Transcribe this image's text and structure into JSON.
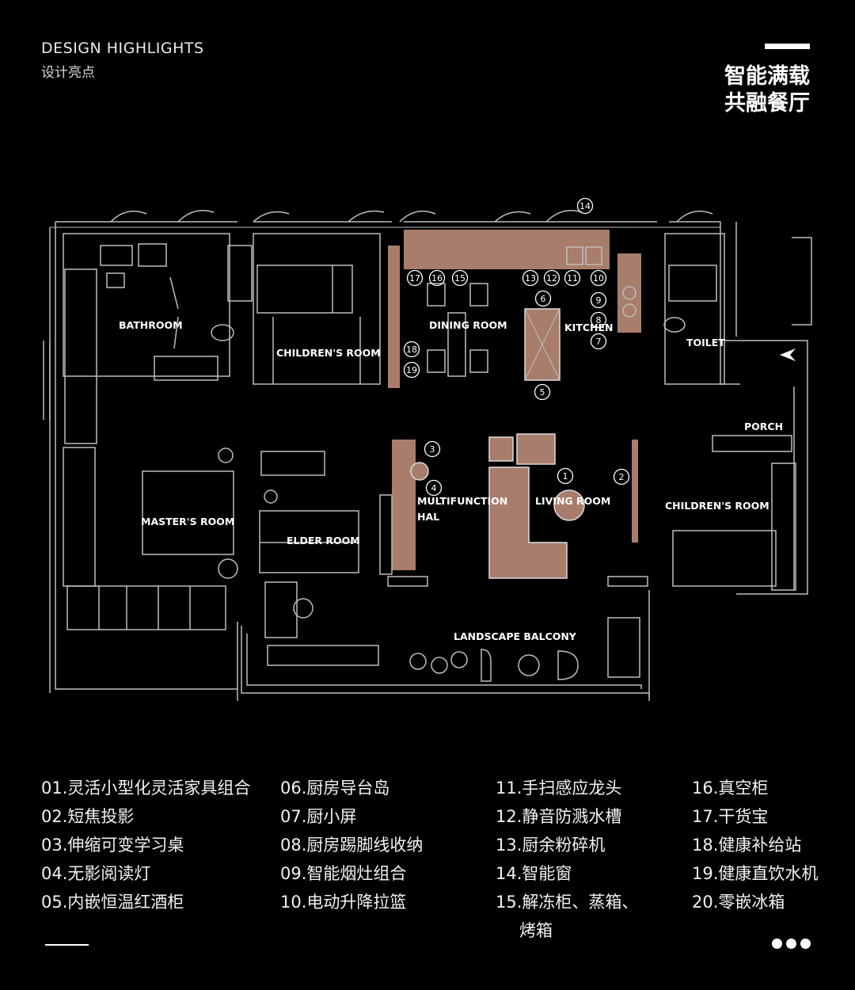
{
  "header": {
    "en": "DESIGN HIGHLIGHTS",
    "cn": "设计亮点",
    "title_line1": "智能满载",
    "title_line2": "共融餐厅"
  },
  "rooms": {
    "bathroom": "BATHROOM",
    "childrens_room_top": "CHILDREN'S ROOM",
    "dining_room": "DINING ROOM",
    "kitchen": "KITCHEN",
    "toilet": "TOILET",
    "porch": "PORCH",
    "masters_room": "MASTER'S ROOM",
    "elder_room": "ELDER ROOM",
    "multifunction_1": "MULTIFUNCTION",
    "multifunction_2": "HAL",
    "living_room": "LIVING ROOM",
    "childrens_room_right": "CHILDREN'S ROOM",
    "landscape_balcony": "LANDSCAPE BALCONY"
  },
  "markers": [
    "1",
    "2",
    "3",
    "4",
    "5",
    "6",
    "7",
    "8",
    "9",
    "10",
    "11",
    "12",
    "13",
    "14",
    "15",
    "16",
    "17",
    "18",
    "19"
  ],
  "legend": {
    "col1": [
      "01.灵活小型化灵活家具组合",
      "02.短焦投影",
      "03.伸缩可变学习桌",
      "04.无影阅读灯",
      "05.内嵌恒温红酒柜"
    ],
    "col2": [
      "06.厨房导台岛",
      "07.厨小屏",
      "08.厨房踢脚线收纳",
      "09.智能烟灶组合",
      "10.电动升降拉篮"
    ],
    "col3": [
      "11.手扫感应龙头",
      "12.静音防溅水槽",
      "13.厨余粉碎机",
      "14.智能窗",
      "15.解冻柜、蒸箱、",
      "烤箱"
    ],
    "col4": [
      "16.真空柜",
      "17.干货宝",
      "18.健康补给站",
      "19.健康直饮水机",
      "20.零嵌冰箱"
    ]
  },
  "colors": {
    "background": "#000000",
    "wall": "#bfbfbf",
    "highlight": "#a87d6c"
  }
}
